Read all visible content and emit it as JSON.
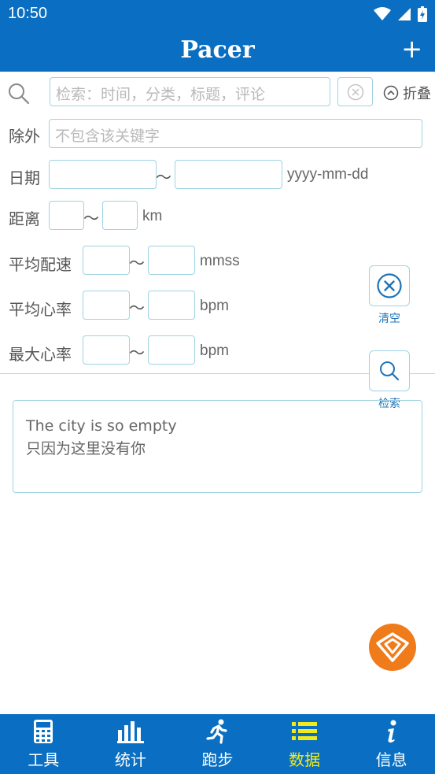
{
  "status": {
    "time": "10:50"
  },
  "app": {
    "title": "Pacer",
    "add_label": "+"
  },
  "search": {
    "placeholder": "检索：时间，分类，标题，评论",
    "collapse_label": "折叠"
  },
  "exclude": {
    "label": "除外",
    "placeholder": "不包含该关键字"
  },
  "filters": {
    "date": {
      "label": "日期",
      "unit": "yyyy-mm-dd"
    },
    "distance": {
      "label": "距离",
      "unit": "km"
    },
    "avg_pace": {
      "label": "平均配速",
      "unit": "mmss"
    },
    "avg_hr": {
      "label": "平均心率",
      "unit": "bpm"
    },
    "max_hr": {
      "label": "最大心率",
      "unit": "bpm"
    },
    "range_sep": "～"
  },
  "actions": {
    "clear_label": "清空",
    "search_label": "检索"
  },
  "note": {
    "line1": "The city is so empty",
    "line2": "只因为这里没有你"
  },
  "nav": {
    "items": [
      {
        "label": "工具",
        "icon": "calculator-icon"
      },
      {
        "label": "统计",
        "icon": "bar-chart-icon"
      },
      {
        "label": "跑步",
        "icon": "runner-icon"
      },
      {
        "label": "数据",
        "icon": "list-icon"
      },
      {
        "label": "信息",
        "icon": "info-icon"
      }
    ],
    "active_index": 3
  },
  "colors": {
    "primary": "#0a6fc2",
    "accent": "#f2ea1a",
    "fab": "#f07b1a",
    "border": "#9fd3e3",
    "link": "#1e73b8"
  }
}
